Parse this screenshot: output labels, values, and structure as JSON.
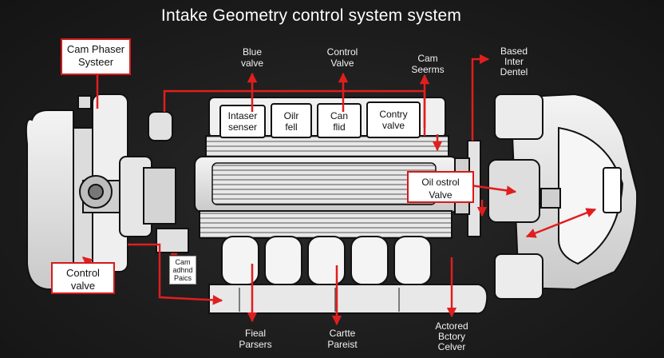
{
  "title": "Intake Geometry control system system",
  "labels": {
    "cam_phaser_system": "Cam Phaser\nSysteer",
    "blue_valve": "Blue\nvalve",
    "control_valve_top": "Control\nValve",
    "cam_seems": "Cam\nSeerms",
    "based_inter_dentel": "Based\nInter\nDentel",
    "intaser_senser": "Intaser\nsenser",
    "oilr_fell": "Oilr\nfell",
    "can_flid": "Can\nflid",
    "contry_valve": "Contry\nvalve",
    "oil_control_valve": "Oil ostrol\nValve",
    "control_valve_left": "Control\nvalve",
    "cam_small": "Cam\nadhnd\nPaics",
    "fieal_parsers": "Fieal\nParsers",
    "carte_pareist": "Cartte\nPareist",
    "actored_bctory_celver": "Actored\nBctory\nCelver"
  },
  "colors": {
    "background": "#1b1b1b",
    "arrow": "#e01e1e",
    "outline": "#ffffff"
  }
}
